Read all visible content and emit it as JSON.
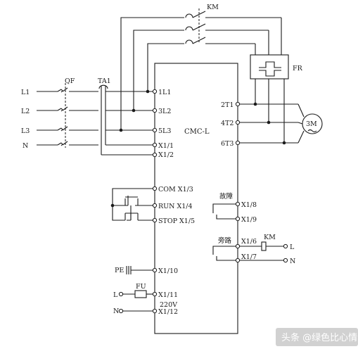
{
  "labels": {
    "km_top": "KM",
    "fr": "FR",
    "qf": "QF",
    "ta1": "TA1",
    "l1": "L1",
    "l2": "L2",
    "l3": "L3",
    "n": "N",
    "t_1l1": "1L1",
    "t_3l2": "3L2",
    "t_5l3": "5L3",
    "t_x11": "X1/1",
    "t_x12": "X1/2",
    "model": "CMC-L",
    "t_2t1": "2T1",
    "t_4t2": "4T2",
    "t_6t3": "6T3",
    "motor": "3M",
    "t_com": "COM  X1/3",
    "t_run": "RUN  X1/4",
    "t_stop": "STOP X1/5",
    "fault": "故障",
    "t_x18": "X1/8",
    "t_x19": "X1/9",
    "bypass": "旁路",
    "t_x16": "X1/6",
    "t_x17": "X1/7",
    "km_coil": "KM",
    "out_l": "L",
    "out_n": "N",
    "pe": "PE",
    "t_x110": "X1/10",
    "pl": "L",
    "fu": "FU",
    "t_x111": "X1/11",
    "v220": "220V",
    "pn": "N",
    "t_x112": "X1/12"
  },
  "watermark": {
    "text": "头条 @绿色比心情"
  }
}
